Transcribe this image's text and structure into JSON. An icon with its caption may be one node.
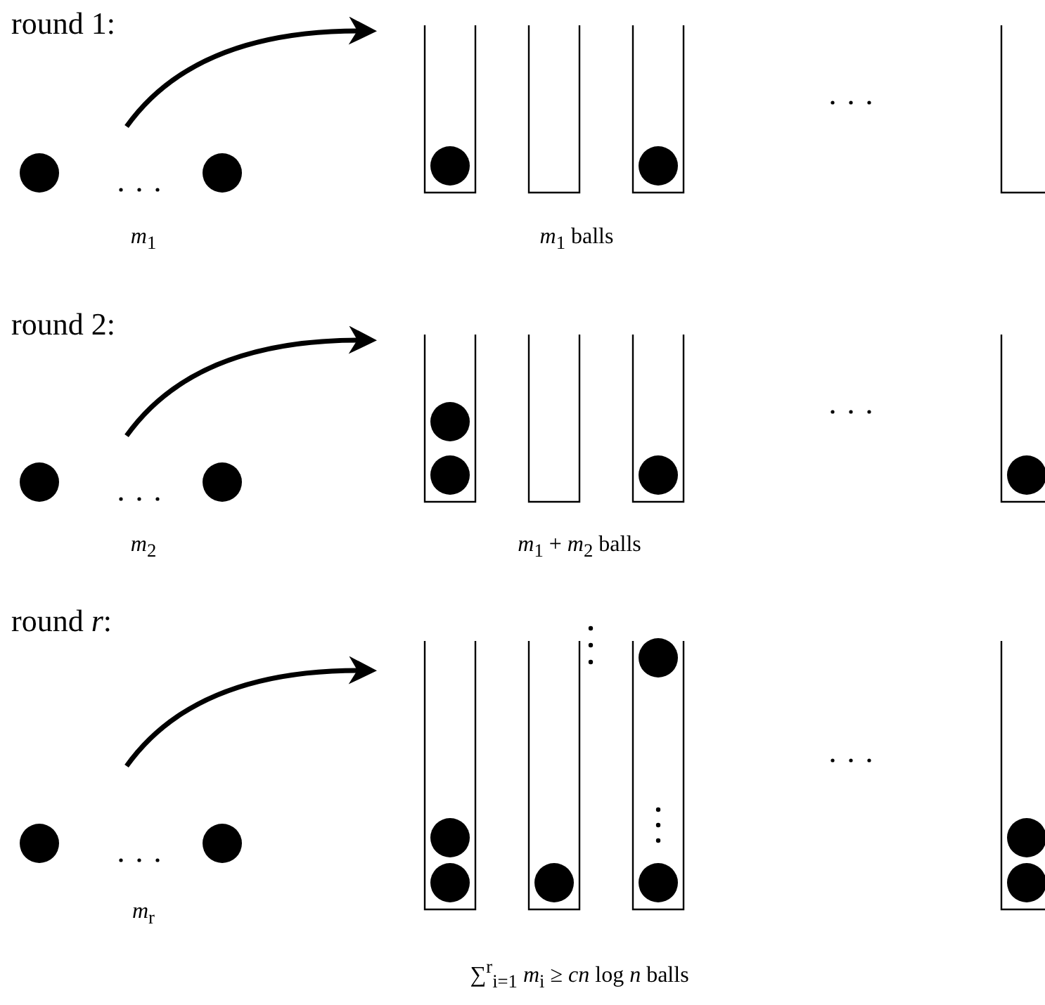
{
  "diagram": {
    "labels": [
      "round 1:",
      "*m*$_{1}$",
      "*m*$_{1}$ balls",
      "round 2:",
      "*m*$_{2}$",
      "*m*$_{1}$ + *m*$_{2}$ balls",
      "round *r*:",
      "*m*$_{r}$",
      "∑$^{r}$$_{i=1}$ *m*$_{i}$ ≥ *cn* log *n* balls"
    ]
  }
}
